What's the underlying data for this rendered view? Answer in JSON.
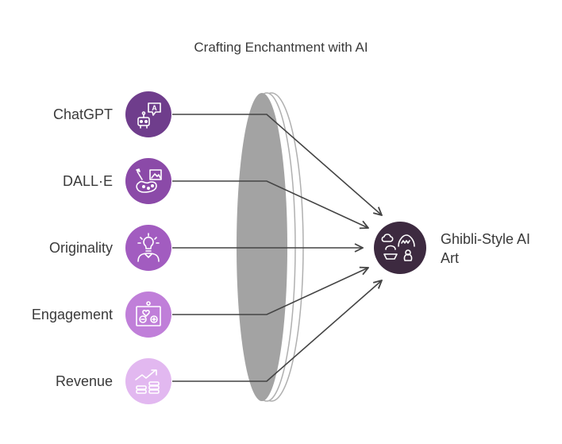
{
  "title": "Crafting Enchantment with AI",
  "sources": [
    {
      "label": "ChatGPT",
      "color": "#6f3d8c",
      "icon": "robot-chat-icon"
    },
    {
      "label": "DALL·E",
      "color": "#8b4aa8",
      "icon": "paint-palette-icon"
    },
    {
      "label": "Originality",
      "color": "#a25cc0",
      "icon": "lightbulb-person-icon"
    },
    {
      "label": "Engagement",
      "color": "#c07fd9",
      "icon": "feedback-board-icon"
    },
    {
      "label": "Revenue",
      "color": "#e2b8f0",
      "icon": "growth-coins-icon"
    }
  ],
  "target": {
    "label": "Ghibli-Style AI Art",
    "color": "#3d2a40",
    "icon": "ghibli-scene-icon"
  },
  "lens_color": "#a3a3a3"
}
